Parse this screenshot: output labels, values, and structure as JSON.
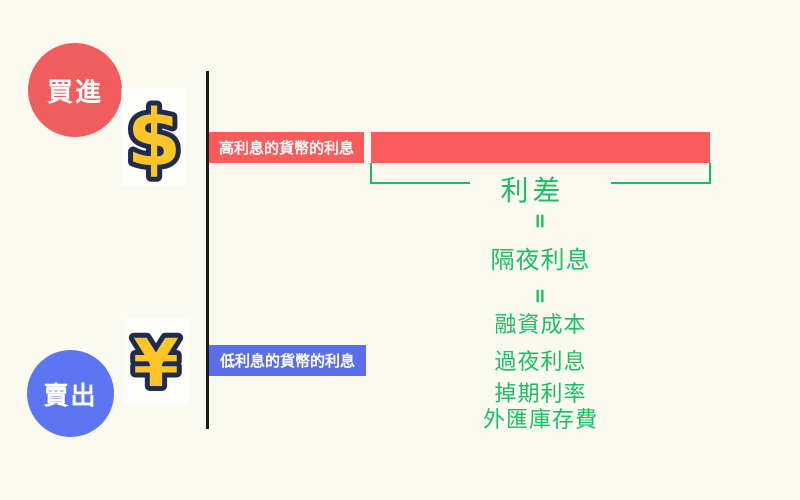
{
  "badges": {
    "buy": "買進",
    "sell": "賣出"
  },
  "currency_icons": {
    "dollar": "$",
    "yen": "¥"
  },
  "bars": {
    "high_interest_label": "高利息的貨幣的利息",
    "low_interest_label": "低利息的貨幣的利息"
  },
  "annotation": {
    "spread": "利差",
    "equals": "=",
    "overnight_interest": "隔夜利息",
    "synonyms": [
      "融資成本",
      "過夜利息",
      "掉期利率",
      "外匯庫存費"
    ]
  },
  "colors": {
    "background": "#fafaf1",
    "axis": "#1c1c1c",
    "red_bar": "#fa5c5c",
    "red_badge": "#f15d5d",
    "blue_bar": "#5c6fe8",
    "blue_badge": "#5b76f0",
    "green_text": "#1dbd63",
    "icon_gold": "#fec528",
    "icon_outline": "#1e2c4f"
  }
}
